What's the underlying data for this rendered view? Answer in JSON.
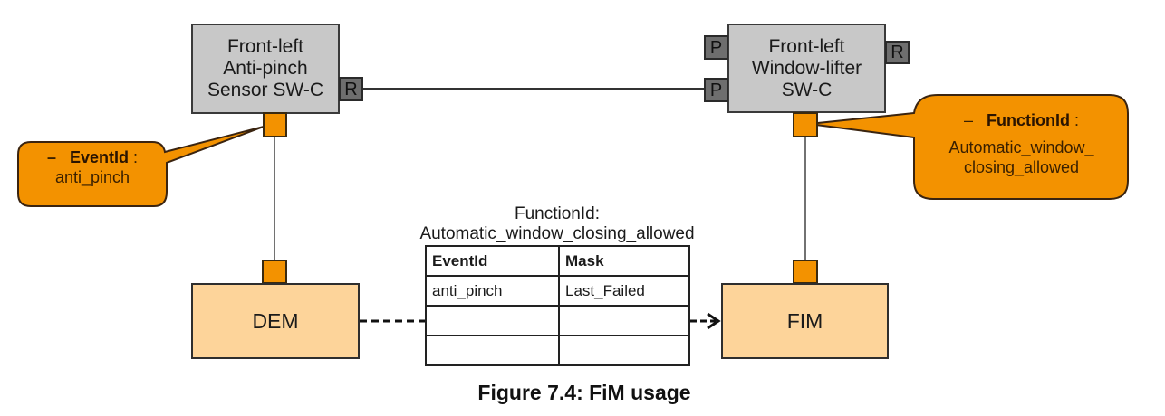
{
  "components": {
    "sensor_swc": {
      "lines": [
        "Front-left",
        "Anti-pinch",
        "Sensor SW-C"
      ],
      "port_label": "R"
    },
    "lifter_swc": {
      "lines": [
        "Front-left",
        "Window-lifter",
        "SW-C"
      ],
      "left_ports": [
        "P",
        "P"
      ],
      "right_port": "R"
    },
    "dem": {
      "label": "DEM"
    },
    "fim": {
      "label": "FIM"
    }
  },
  "callouts": {
    "event": {
      "bullet": "–",
      "key": "EventId",
      "sep": " :",
      "value": "anti_pinch"
    },
    "function": {
      "bullet": "–",
      "key": "FunctionId",
      "sep": " :",
      "value_lines": [
        "Automatic_window_",
        "closing_allowed"
      ]
    }
  },
  "table": {
    "caption_lines": [
      "FunctionId:",
      "Automatic_window_closing_allowed"
    ],
    "headers": [
      "EventId",
      "Mask"
    ],
    "rows": [
      [
        "anti_pinch",
        "Last_Failed"
      ],
      [
        "",
        ""
      ],
      [
        "",
        ""
      ]
    ]
  },
  "figure_caption": "Figure 7.4: FiM usage",
  "colors": {
    "swc_fill": "#c8c8c8",
    "port_gray": "#6e6e6e",
    "port_orange": "#f39200",
    "module_fill": "#fdd49a",
    "callout_fill": "#f39200"
  }
}
